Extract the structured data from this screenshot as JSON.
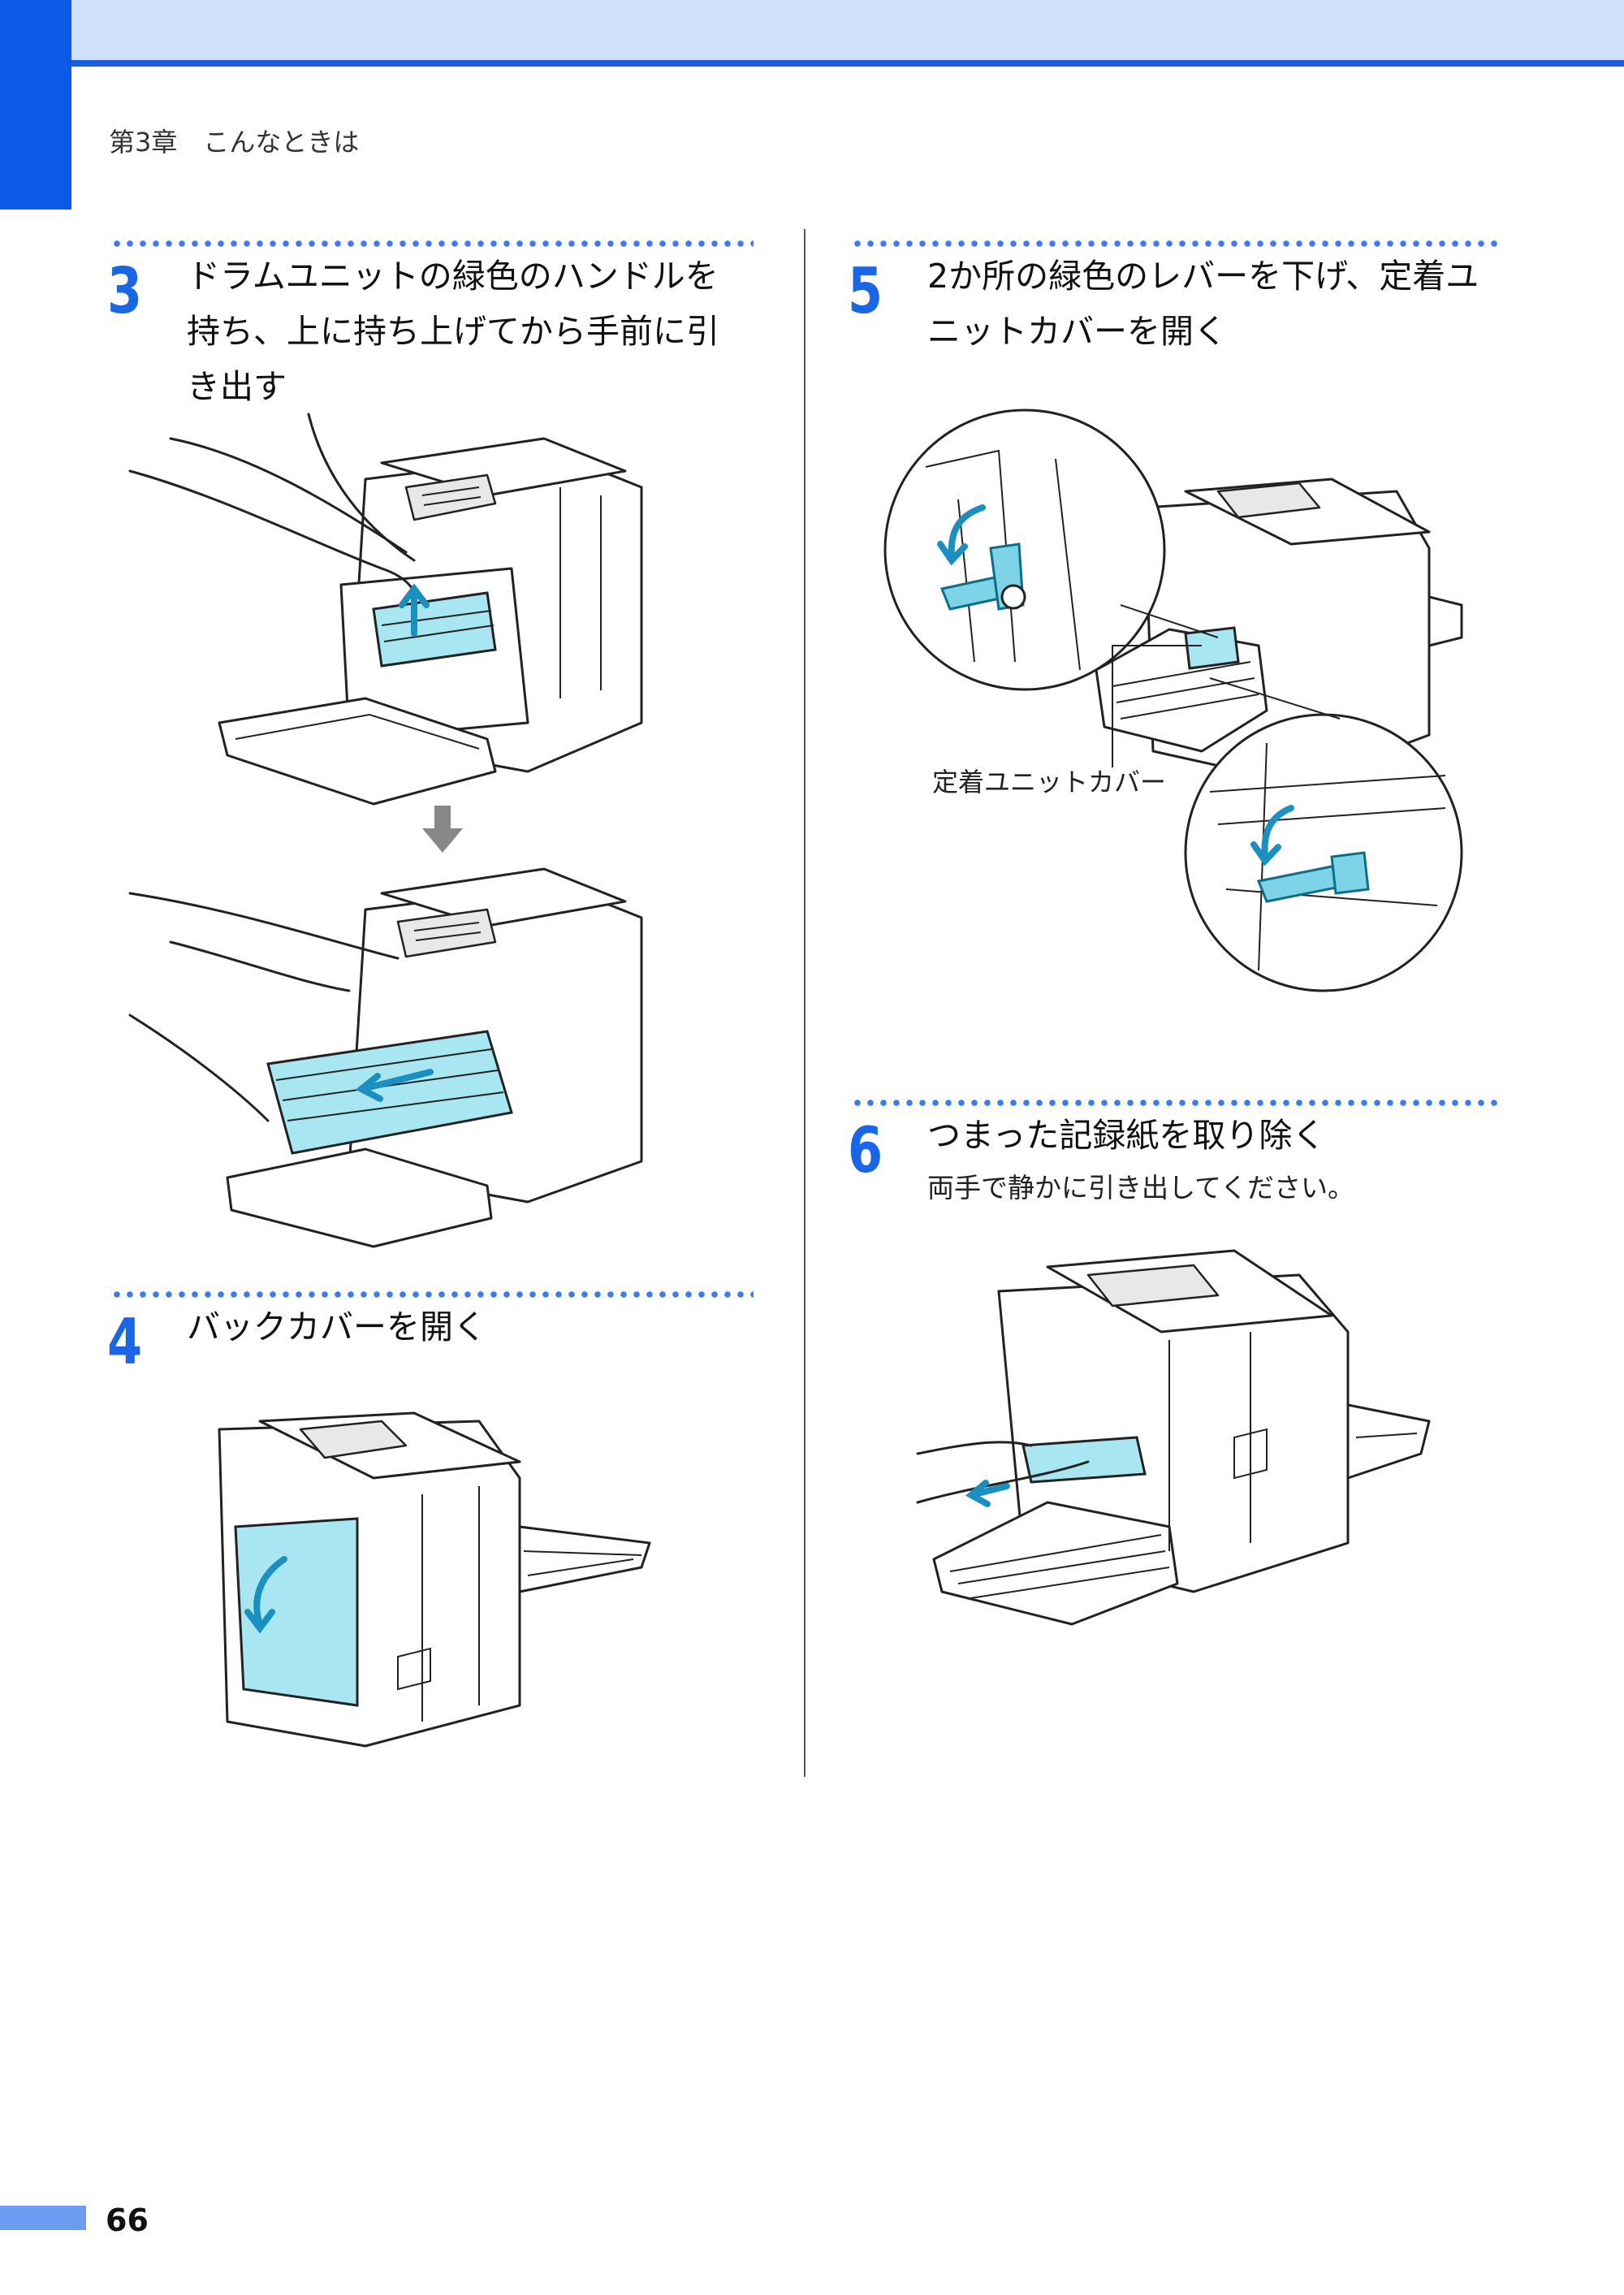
{
  "header": {
    "chapter": "第3章　こんなときは"
  },
  "steps": [
    {
      "number": "3",
      "lines": [
        "ドラムユニットの緑色のハンドルを",
        "持ち、上に持ち上げてから手前に引",
        "き出す"
      ]
    },
    {
      "number": "4",
      "lines": [
        "バックカバーを開く"
      ]
    },
    {
      "number": "5",
      "lines": [
        "2か所の緑色のレバーを下げ、定着ユ",
        "ニットカバーを開く"
      ],
      "callout": "定着ユニットカバー"
    },
    {
      "number": "6",
      "lines": [
        "つまった記録紙を取り除く"
      ],
      "subtext": "両手で静かに引き出してください。"
    }
  ],
  "footer": {
    "page_number": "66"
  },
  "colors": {
    "accent": "#0a5ae6",
    "header_band": "#cfe0fb",
    "illustration_highlight": "#7fd3e6"
  }
}
